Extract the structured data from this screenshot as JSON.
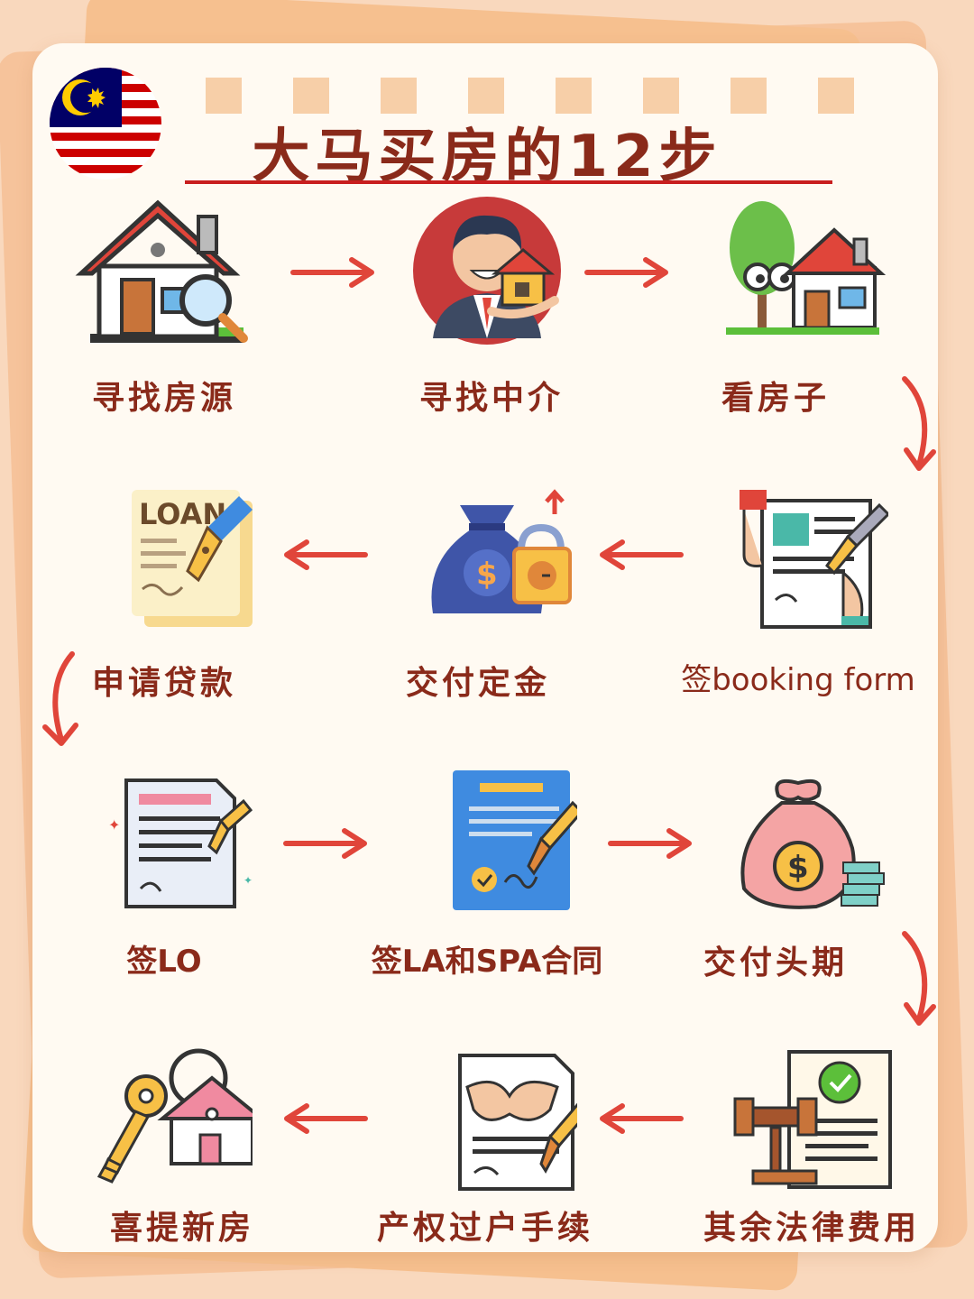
{
  "title": "大马买房的12步",
  "colors": {
    "accent": "#e0453a",
    "title": "#8a2a1a",
    "card": "#fffaf2",
    "background": "#f9d8bd"
  },
  "flag_icon": "malaysia-flag",
  "steps": [
    {
      "label": "寻找房源",
      "icon": "house-search-icon"
    },
    {
      "label": "寻找中介",
      "icon": "agent-icon"
    },
    {
      "label": "看房子",
      "icon": "view-house-icon"
    },
    {
      "label": "签booking form",
      "icon": "sign-form-icon"
    },
    {
      "label": "交付定金",
      "icon": "deposit-money-bag-icon"
    },
    {
      "label": "申请贷款",
      "icon": "loan-document-icon"
    },
    {
      "label": "签LO",
      "icon": "letter-of-offer-icon"
    },
    {
      "label": "签LA和SPA合同",
      "icon": "contract-sign-icon"
    },
    {
      "label": "交付头期",
      "icon": "down-payment-icon"
    },
    {
      "label": "其余法律费用",
      "icon": "legal-fee-gavel-icon"
    },
    {
      "label": "产权过户手续",
      "icon": "handshake-document-icon"
    },
    {
      "label": "喜提新房",
      "icon": "house-key-icon"
    }
  ]
}
